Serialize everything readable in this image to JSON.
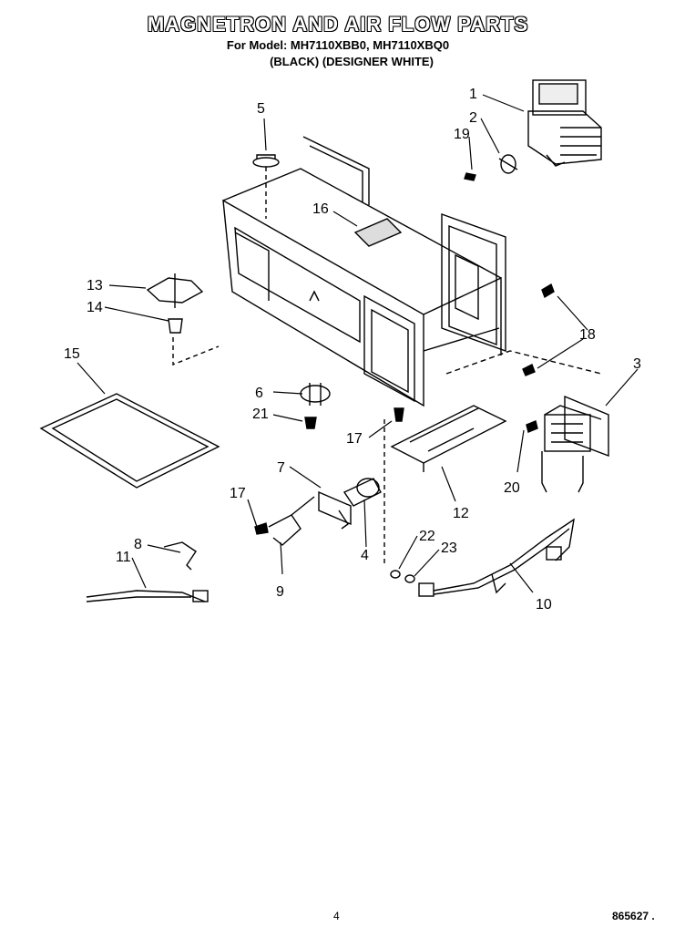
{
  "header": {
    "title": "MAGNETRON AND AIR FLOW PARTS",
    "model_line": "For Model: MH7110XBB0, MH7110XBQ0",
    "variant_line": "(BLACK) (DESIGNER WHITE)"
  },
  "callouts": [
    "1",
    "2",
    "19",
    "5",
    "16",
    "13",
    "14",
    "15",
    "18",
    "6",
    "21",
    "17",
    "3",
    "20",
    "7",
    "12",
    "17",
    "8",
    "11",
    "22",
    "23",
    "4",
    "9",
    "10"
  ],
  "footer": {
    "page_number": "4",
    "figure_id": "865627 ."
  }
}
